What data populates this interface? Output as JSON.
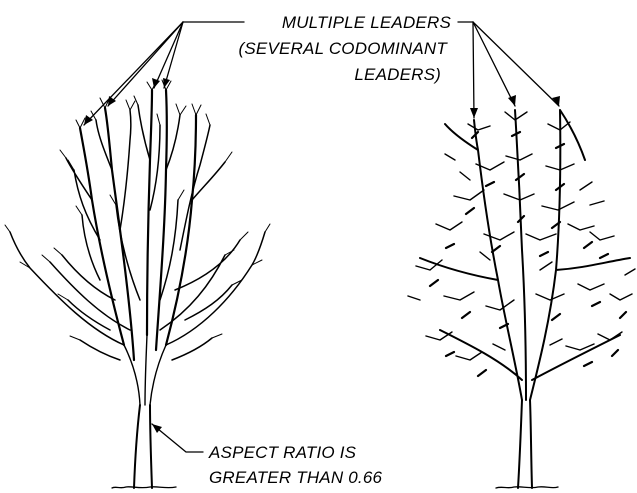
{
  "callouts": {
    "multiple_leaders": [
      "MULTIPLE LEADERS",
      "(SEVERAL CODOMINANT",
      "LEADERS)"
    ],
    "aspect_ratio": [
      "ASPECT RATIO IS",
      "GREATER THAN 0.66"
    ]
  }
}
